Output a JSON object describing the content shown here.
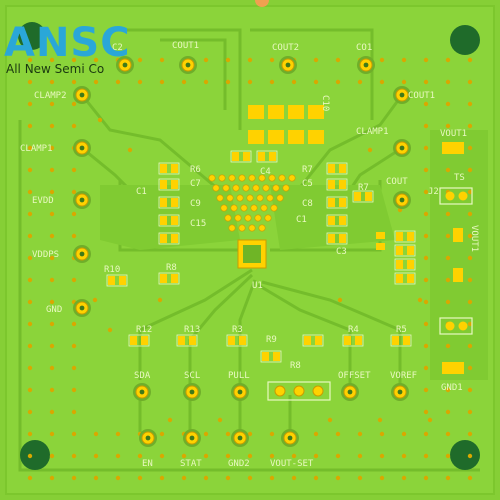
{
  "logo": {
    "brand": "ANSC",
    "tagline": "All New Semi Co"
  },
  "colors": {
    "board": "#8bd43a",
    "board_edge": "#7cc72d",
    "trace": "#73b82a",
    "pad": "#ffd200",
    "silk": "#e8f8c0",
    "mount_hole": "#1f6b2a",
    "via": "#d9a800",
    "brand": "#2aa7d8"
  },
  "left_labels": [
    "CLAMP2",
    "CLAMP1",
    "EVDD",
    "VDDPS",
    "GND"
  ],
  "top_labels": [
    "C2",
    "COUT1",
    "COUT2",
    "CO1",
    "C10"
  ],
  "right_labels": [
    "COUT1",
    "CLAMP1",
    "COUT",
    "VOUT1",
    "J2",
    "TS",
    "VOUT1",
    "GND1"
  ],
  "cap_labels": [
    "C1",
    "C7",
    "C9",
    "C15",
    "R6",
    "C4",
    "R7",
    "C5",
    "C8",
    "R7",
    "C1",
    "C3",
    "R10",
    "R8"
  ],
  "resistor_labels": [
    "R12",
    "R13",
    "R3",
    "R4",
    "R5",
    "R9"
  ],
  "bottom_labels": [
    "SDA",
    "SCL",
    "PULL",
    "OFFSET",
    "VOREF"
  ],
  "bottom_pins": [
    "EN",
    "STAT",
    "GND2",
    "VOUT-SET"
  ],
  "center_labels": [
    "U1",
    "R8"
  ]
}
